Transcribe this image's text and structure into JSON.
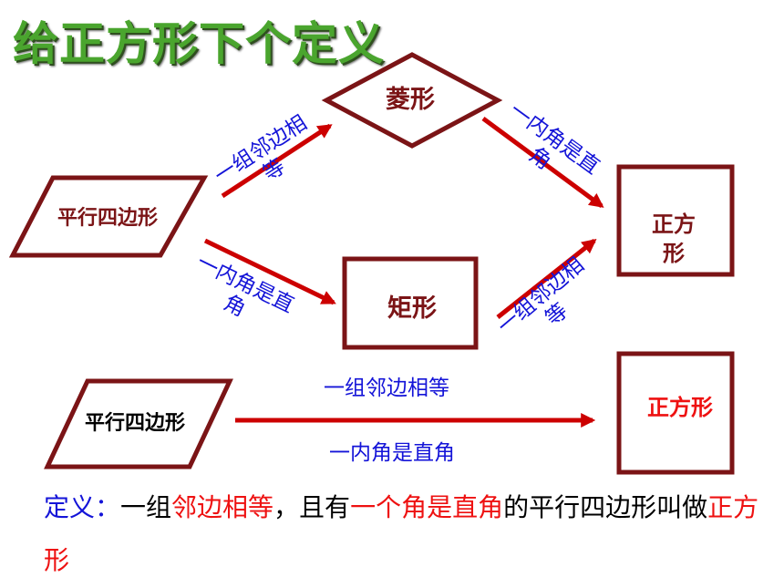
{
  "title": "给正方形下个定义",
  "nodes": {
    "parallelogram_top": "平行四边形",
    "rhombus": "菱形",
    "rectangle": "矩形",
    "square_top_line1": "正方",
    "square_top_line2": "形",
    "parallelogram_bottom": "平行四边形",
    "square_bottom": "正方形"
  },
  "arrows": {
    "to_rhombus_line1": "一组邻边相",
    "to_rhombus_line2": "等",
    "to_rectangle_line1": "一内角是直",
    "to_rectangle_line2": "角",
    "rhombus_to_square_line1": "一内角是直",
    "rhombus_to_square_line2": "角",
    "rectangle_to_square_line1": "一组邻边相",
    "rectangle_to_square_line2": "等",
    "bottom_above": "一组邻边相等",
    "bottom_below": "一内角是直角"
  },
  "definition": {
    "label": "定义：",
    "part1": "一组",
    "part2": "邻边相等",
    "part3": "，且有",
    "part4": "一个角是直角",
    "part5": "的平行四边形叫做",
    "part6": "正方形"
  },
  "colors": {
    "shape_stroke": "#7b1416",
    "arrow": "#cc0000",
    "condition_text": "#1414d8",
    "title": "#4aa52e",
    "highlight": "#ee1111"
  }
}
